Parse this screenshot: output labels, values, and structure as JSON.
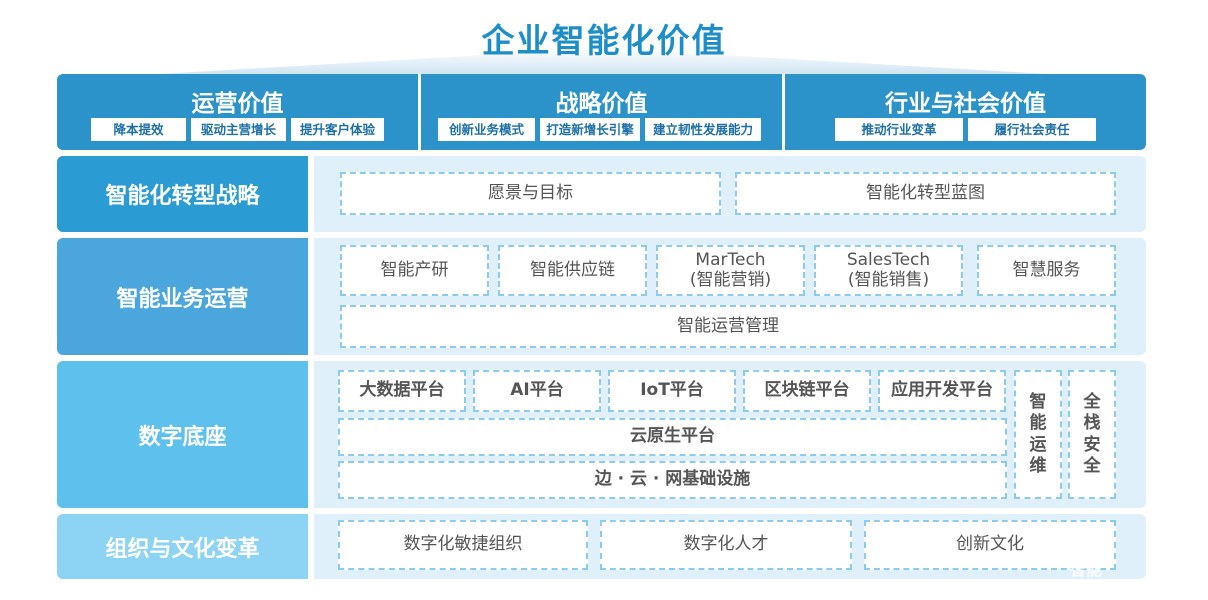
{
  "title": "企业智能化价值",
  "values": [
    {
      "title": "运营价值",
      "chips": [
        "降本提效",
        "驱动主营增长",
        "提升客户体验"
      ]
    },
    {
      "title": "战略价值",
      "chips": [
        "创新业务模式",
        "打造新增长引擎",
        "建立韧性发展能力"
      ]
    },
    {
      "title": "行业与社会价值",
      "chips": [
        "推动行业变革",
        "履行社会责任"
      ]
    }
  ],
  "strategy": {
    "label": "智能化转型战略",
    "items": [
      "愿景与目标",
      "智能化转型蓝图"
    ]
  },
  "operations": {
    "label": "智能业务运营",
    "items": [
      {
        "line1": "智能产研"
      },
      {
        "line1": "智能供应链"
      },
      {
        "line1": "MarTech",
        "line2": "(智能营销)"
      },
      {
        "line1": "SalesTech",
        "line2": "(智能销售)"
      },
      {
        "line1": "智慧服务"
      }
    ],
    "management": "智能运营管理"
  },
  "foundation": {
    "label": "数字底座",
    "platforms": [
      "大数据平台",
      "AI平台",
      "IoT平台",
      "区块链平台",
      "应用开发平台"
    ],
    "cloud": "云原生平台",
    "infra": "边 · 云 · 网基础设施",
    "side1": [
      "智",
      "能",
      "运",
      "维"
    ],
    "side2": [
      "全",
      "栈",
      "安",
      "全"
    ]
  },
  "culture": {
    "label": "组织与文化变革",
    "items": [
      "数字化敏捷组织",
      "数字化人才",
      "创新文化"
    ]
  },
  "watermark": "智能",
  "colors": {
    "title": "#1e8ec8",
    "value_band": "#2b93c9",
    "row_strategy": "#2a9bd3",
    "row_operations": "#4aa6dc",
    "row_foundation": "#5ec0ec",
    "row_culture": "#8dd4f4",
    "panel": "#dff0fa",
    "dash": "#8ccbee"
  }
}
